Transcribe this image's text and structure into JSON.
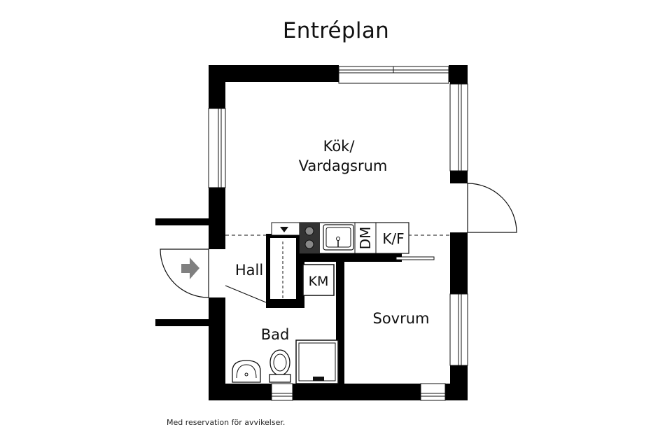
{
  "title": "Entréplan",
  "rooms": {
    "kitchen_line1": "Kök/",
    "kitchen_line2": "Vardagsrum",
    "hall": "Hall",
    "bathroom": "Bad",
    "bedroom": "Sovrum"
  },
  "fixtures": {
    "dishwasher": "DM",
    "fridge_freezer": "K/F",
    "washing_machine": "KM"
  },
  "disclaimer": "Med reservation för avvikelser.",
  "colors": {
    "wall": "#000000",
    "line": "#111111",
    "entrance_arrow": "#808080"
  }
}
